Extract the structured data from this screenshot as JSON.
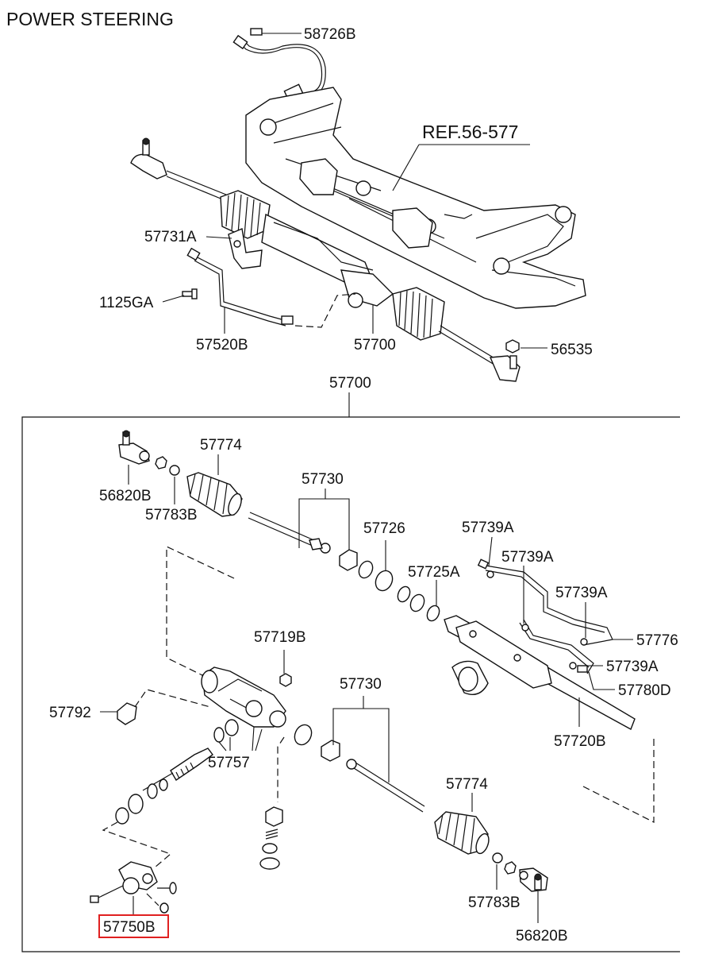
{
  "title": "POWER STEERING",
  "ref": "REF.56-577",
  "highlight_color": "#e02020",
  "labels": {
    "l58726B": "58726B",
    "l57731A": "57731A",
    "l1125GA": "1125GA",
    "l57520B": "57520B",
    "l57700_top": "57700",
    "l56535": "56535",
    "l57700_box": "57700",
    "l57774_a": "57774",
    "l56820B_a": "56820B",
    "l57783B_a": "57783B",
    "l57730_a": "57730",
    "l57726": "57726",
    "l57725A": "57725A",
    "l57739A_1": "57739A",
    "l57739A_2": "57739A",
    "l57739A_3": "57739A",
    "l57776": "57776",
    "l57739A_4": "57739A",
    "l57780D": "57780D",
    "l57720B": "57720B",
    "l57719B": "57719B",
    "l57792": "57792",
    "l57757": "57757",
    "l57730_b": "57730",
    "l57774_b": "57774",
    "l57783B_b": "57783B",
    "l56820B_b": "56820B",
    "l57750B": "57750B"
  }
}
